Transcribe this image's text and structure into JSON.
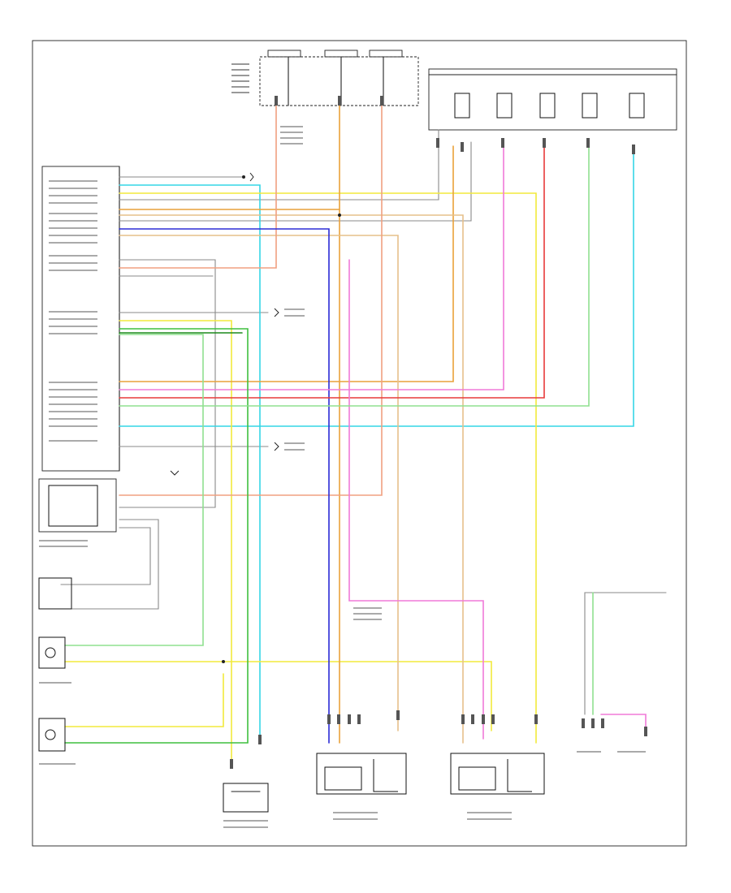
{
  "diagram": {
    "colors": {
      "yellow": "#f2ea3c",
      "orange": "#e9a13a",
      "tan": "#e6c08a",
      "blue": "#2b2bd6",
      "cyan": "#35d6e6",
      "green": "#3fbf3f",
      "lightgreen": "#8fe08f",
      "pink": "#f07ad8",
      "red": "#e83a3a",
      "salmon": "#f0a080",
      "gray": "#888888",
      "black": "#222222",
      "darkgreen": "#1c8a1c"
    },
    "icons": [
      "ground-symbol",
      "splice-dot",
      "sensor-symbol",
      "motor-symbol",
      "connector-pin"
    ]
  }
}
